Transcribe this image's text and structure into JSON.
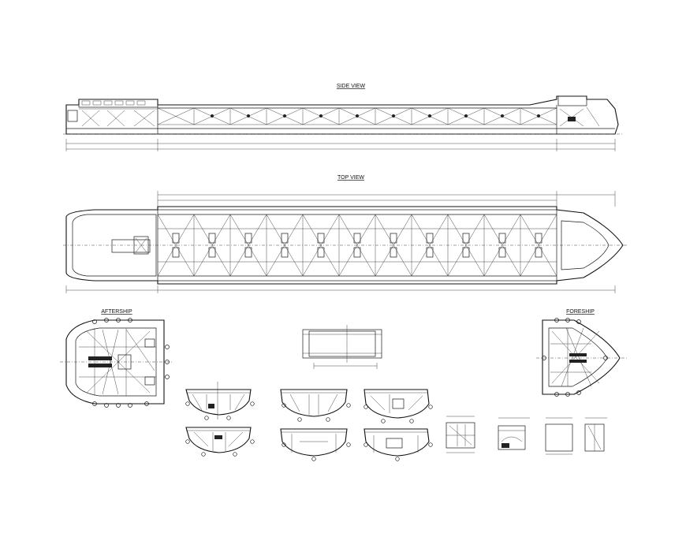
{
  "drawing": {
    "side_view_title": "SIDE VIEW",
    "top_view_title": "TOP VIEW",
    "aftership_title": "AFTERSHIP",
    "foreship_title": "FORESHIP"
  },
  "colors": {
    "background": "#ffffff",
    "line": "#1a1a1a"
  }
}
